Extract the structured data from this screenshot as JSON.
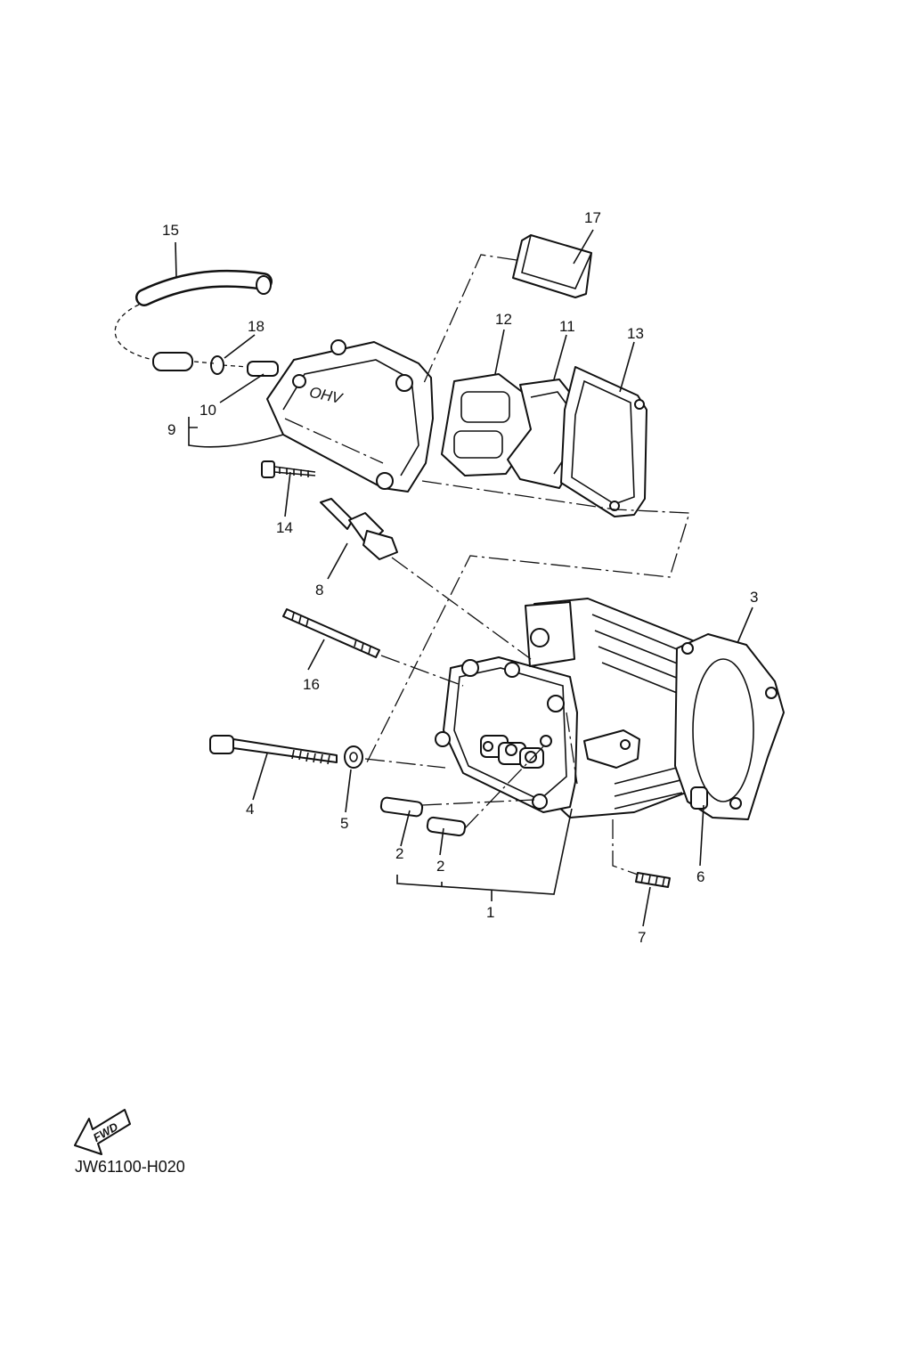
{
  "diagram": {
    "callouts": [
      "1",
      "2",
      "2",
      "3",
      "4",
      "5",
      "6",
      "7",
      "8",
      "9",
      "10",
      "11",
      "12",
      "13",
      "14",
      "15",
      "16",
      "17",
      "18"
    ],
    "cover_marking": "OHV",
    "fwd_label": "FWD",
    "drawing_code": "JW61100-H020"
  }
}
